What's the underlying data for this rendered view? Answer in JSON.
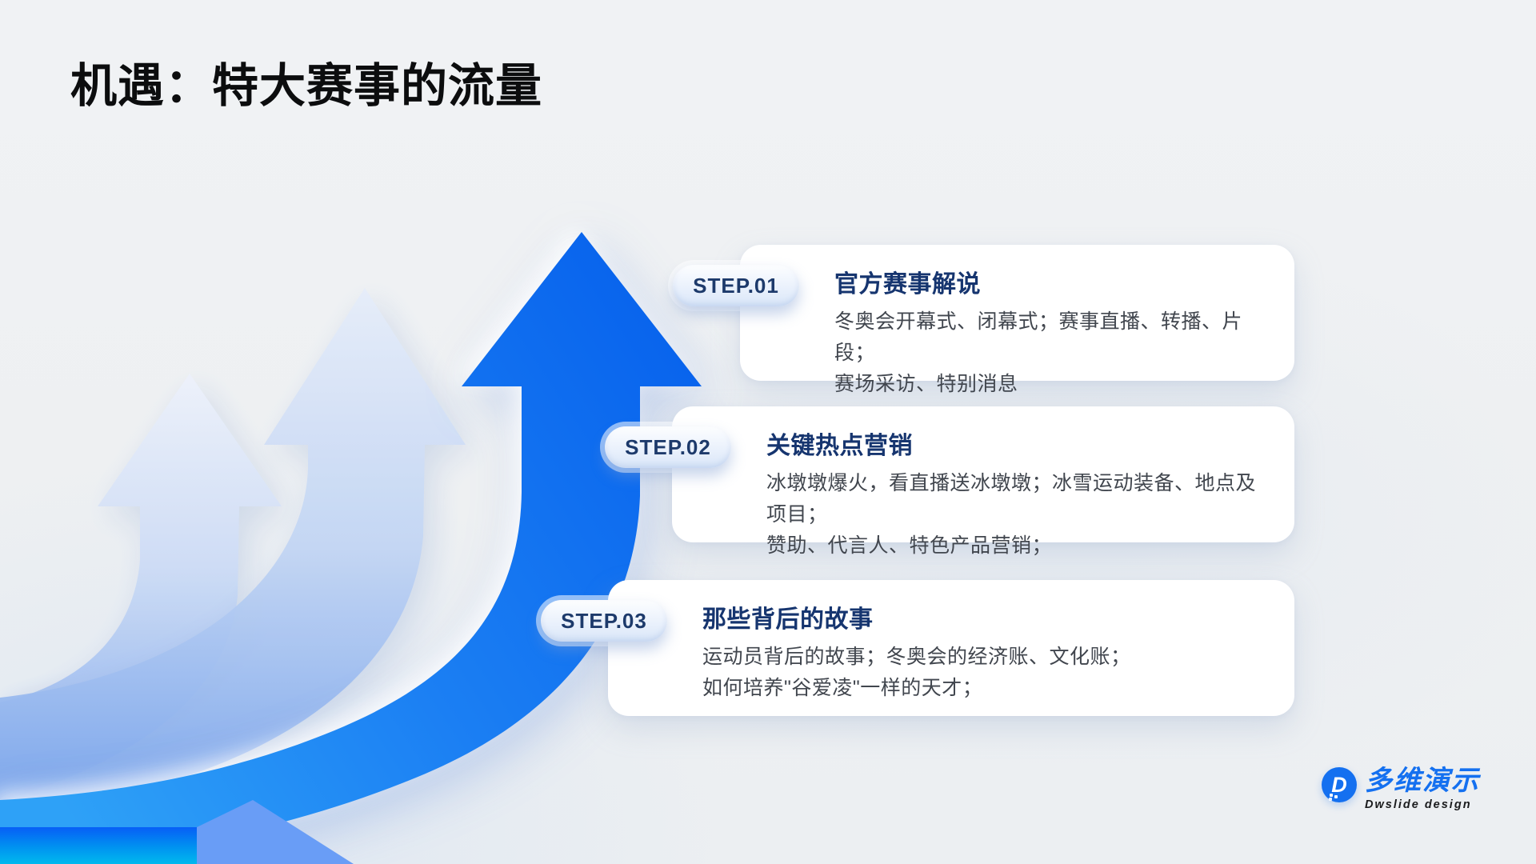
{
  "slide": {
    "title": "机遇：特大赛事的流量"
  },
  "steps": [
    {
      "badge": "STEP.01",
      "heading": "官方赛事解说",
      "line1": "冬奥会开幕式、闭幕式；赛事直播、转播、片段；",
      "line2": "赛场采访、特别消息"
    },
    {
      "badge": "STEP.02",
      "heading": "关键热点营销",
      "line1": "冰墩墩爆火，看直播送冰墩墩；冰雪运动装备、地点及项目；",
      "line2": "赞助、代言人、特色产品营销；"
    },
    {
      "badge": "STEP.03",
      "heading": "那些背后的故事",
      "line1": "运动员背后的故事；冬奥会的经济账、文化账；",
      "line2": "如何培养\"谷爱凌\"一样的天才；"
    }
  ],
  "logo": {
    "mark_letter": "D",
    "name_cn": "多维演示",
    "name_en": "Dwslide design"
  },
  "colors": {
    "background": "#eff1f2",
    "accent_blue": "#0a6cf0",
    "arrow_pale_blue": "#85acec",
    "corner_cyan": "#00b7ee",
    "heading_navy": "#16356f",
    "body_text": "#41464e",
    "badge_text": "#1d3a6b",
    "title_text": "#0c0d0e"
  }
}
